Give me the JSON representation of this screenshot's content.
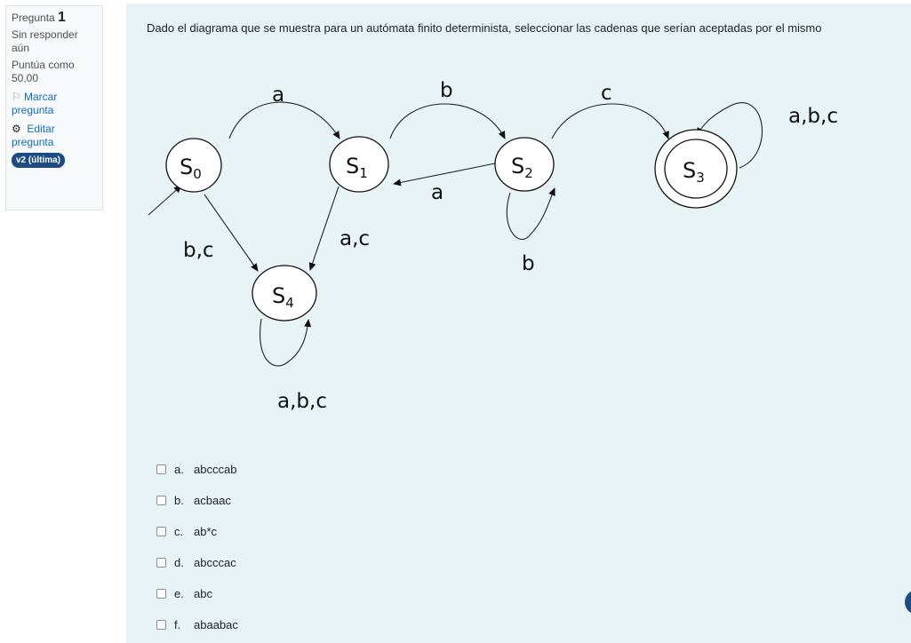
{
  "info": {
    "question_label": "Pregunta",
    "question_number": "1",
    "status": "Sin responder aún",
    "grade_label": "Puntúa como",
    "grade_value": "50,00",
    "flag_label": "Marcar pregunta",
    "edit_label": "Editar pregunta",
    "version_badge": "v2 (última)"
  },
  "question": {
    "text": "Dado el diagrama que se muestra para un autómata finito determinista, seleccionar las cadenas que serían aceptadas por el mismo"
  },
  "diagram": {
    "states": [
      "S0",
      "S1",
      "S2",
      "S3",
      "S4"
    ],
    "state_base": "S",
    "state_subs": [
      "0",
      "1",
      "2",
      "3",
      "4"
    ],
    "labels": {
      "s0_s1": "a",
      "s1_s2": "b",
      "s2_s3": "c",
      "s3_loop": "a,b,c",
      "s2_s1": "a",
      "s2_loop": "b",
      "s0_s4": "b,c",
      "s1_s4": "a,c",
      "s4_loop": "a,b,c"
    }
  },
  "answers": [
    {
      "letter": "a.",
      "text": "abcccab"
    },
    {
      "letter": "b.",
      "text": "acbaac"
    },
    {
      "letter": "c.",
      "text": "ab*c"
    },
    {
      "letter": "d.",
      "text": "abcccac"
    },
    {
      "letter": "e.",
      "text": "abc"
    },
    {
      "letter": "f.",
      "text": "abaabac"
    }
  ],
  "colors": {
    "accent": "#0f6cbf",
    "badge": "#1d4b84",
    "content_bg": "#e7f3f5"
  }
}
